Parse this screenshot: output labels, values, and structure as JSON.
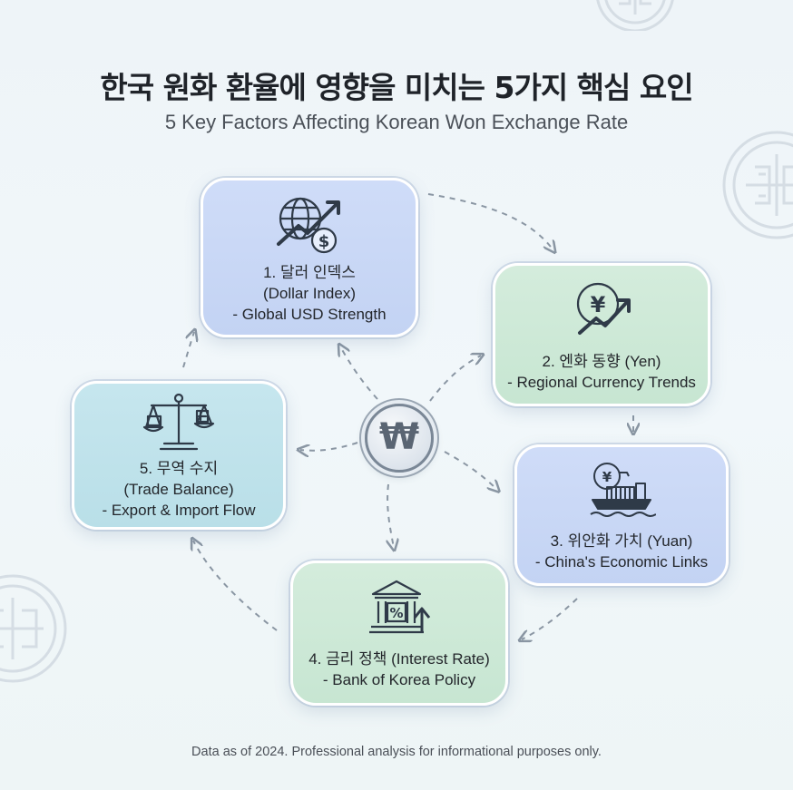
{
  "title": "한국 원화 환율에 영향을 미치는 5가지 핵심 요인",
  "subtitle": "5 Key Factors Affecting Korean Won Exchange Rate",
  "center": {
    "symbol": "₩"
  },
  "factors": [
    {
      "line1": "1. 달러 인덱스",
      "line2": "(Dollar Index)",
      "line3": "- Global USD Strength",
      "icon": "globe-dollar-growth-icon"
    },
    {
      "line1": "2. 엔화 동향 (Yen)",
      "line2": "- Regional Currency Trends",
      "icon": "yen-coin-arrow-icon"
    },
    {
      "line1": "3. 위안화 가치 (Yuan)",
      "line2": "- China's Economic Links",
      "icon": "yuan-cargo-ship-icon"
    },
    {
      "line1": "4. 금리 정책 (Interest Rate)",
      "line2": "- Bank of Korea Policy",
      "icon": "bank-percent-icon"
    },
    {
      "line1": "5. 무역 수지",
      "line2": "(Trade Balance)",
      "line3": "- Export & Import Flow",
      "icon": "balance-scale-icon"
    }
  ],
  "footer": "Data as of 2024. Professional analysis for informational purposes only.",
  "colors": {
    "card_blue": "#c8d7f5",
    "card_green": "#cde9d7",
    "card_teal": "#bfe3eb",
    "arrow": "#8a96a3"
  }
}
